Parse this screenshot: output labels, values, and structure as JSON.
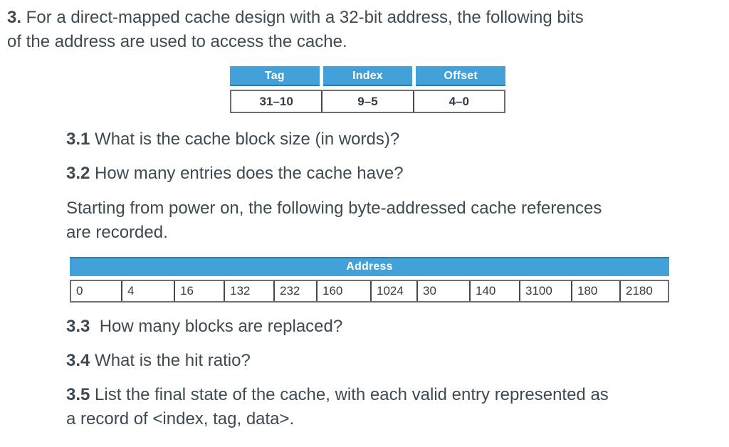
{
  "intro": {
    "number": "3.",
    "line1_rest": " For a direct-mapped cache design with a 32-bit address, the following bits",
    "line2": "of the address are used to access the cache."
  },
  "bits_table": {
    "headers": [
      "Tag",
      "Index",
      "Offset"
    ],
    "values": [
      "31–10",
      "9–5",
      "4–0"
    ]
  },
  "questions": {
    "q31": {
      "number": "3.1",
      "text": " What is the cache block size (in words)?"
    },
    "q32": {
      "number": "3.2",
      "text": " How many entries does the cache have?"
    },
    "q33": {
      "number": "3.3",
      "text": "  How many blocks are replaced?"
    },
    "q34": {
      "number": "3.4",
      "text": " What is the hit ratio?"
    },
    "q35": {
      "number": "3.5",
      "text": " List the final state of the cache, with each valid entry represented as",
      "line2": "a record of <index, tag, data>."
    }
  },
  "middle_paragraph": {
    "line1": "Starting from power on, the following byte-addressed cache references",
    "line2": "are recorded."
  },
  "address_table": {
    "header": "Address",
    "values": [
      "0",
      "4",
      "16",
      "132",
      "232",
      "160",
      "1024",
      "30",
      "140",
      "3100",
      "180",
      "2180"
    ]
  },
  "colors": {
    "table_header_blue": "#41a1d8",
    "table_header_edge_blue": "#2b80af",
    "body_text": "#3e4a52",
    "table_border": "#6b6f73"
  }
}
